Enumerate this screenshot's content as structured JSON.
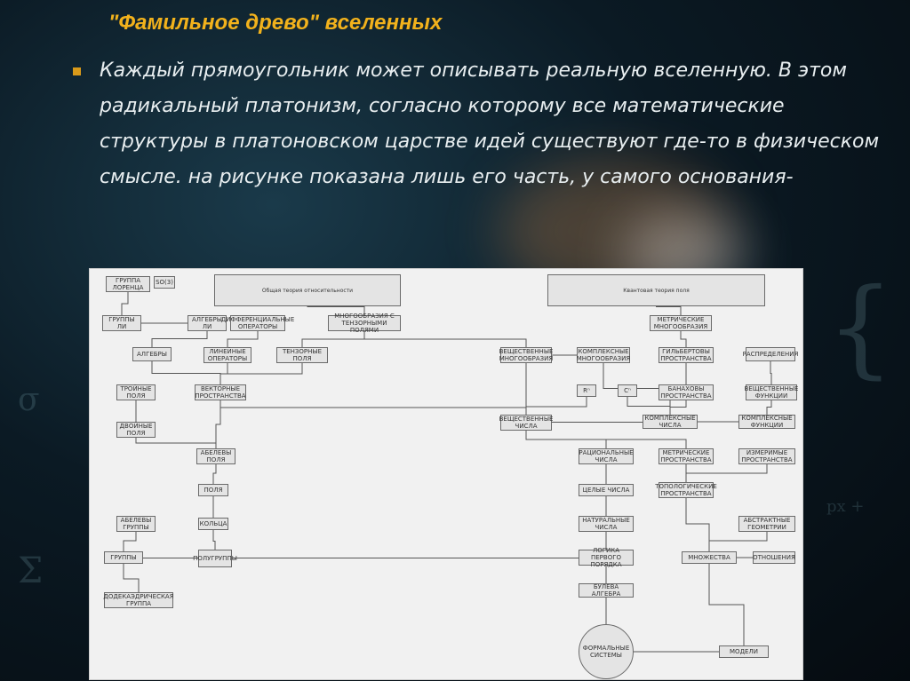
{
  "slide": {
    "title": "\"Фамильное древо\" вселенных",
    "body": "Каждый прямоугольник может описывать реальную вселенную. В этом радикальный платонизм, согласно которому все математические структуры в платоновском царстве идей существуют где-то  в физическом смысле. на рисунке показана лишь его часть, у самого основания-"
  },
  "diagram": {
    "nodes": [
      {
        "id": "n1",
        "label": "Группа Лоренца"
      },
      {
        "id": "n2",
        "label": "SO(3)"
      },
      {
        "id": "n3",
        "label": "Общая теория относительности"
      },
      {
        "id": "n4",
        "label": "Квантовая теория поля"
      },
      {
        "id": "n5",
        "label": "Группы Ли"
      },
      {
        "id": "n6",
        "label": "Алгебры Ли"
      },
      {
        "id": "n7",
        "label": "Дифференциальные операторы"
      },
      {
        "id": "n8",
        "label": "Многообразия с тензорными полями"
      },
      {
        "id": "n9",
        "label": "Метрические многообразия"
      },
      {
        "id": "n10",
        "label": "Алгебры"
      },
      {
        "id": "n11",
        "label": "Линейные операторы"
      },
      {
        "id": "n12",
        "label": "Тензорные поля"
      },
      {
        "id": "n13",
        "label": "Вещественные многообразия"
      },
      {
        "id": "n14",
        "label": "Комплексные многообразия"
      },
      {
        "id": "n15",
        "label": "Гильбертовы пространства"
      },
      {
        "id": "n16",
        "label": "Распределения"
      },
      {
        "id": "n17",
        "label": "Тройные поля"
      },
      {
        "id": "n18",
        "label": "Векторные пространства"
      },
      {
        "id": "n19",
        "label": "Rⁿ"
      },
      {
        "id": "n20",
        "label": "Cⁿ"
      },
      {
        "id": "n21",
        "label": "Банаховы пространства"
      },
      {
        "id": "n22",
        "label": "Вещественные функции"
      },
      {
        "id": "n23",
        "label": "Двойные поля"
      },
      {
        "id": "n24",
        "label": "Вещественные числа"
      },
      {
        "id": "n25",
        "label": "Комплексные числа"
      },
      {
        "id": "n26",
        "label": "Комплексные функции"
      },
      {
        "id": "n27",
        "label": "Абелевы поля"
      },
      {
        "id": "n28",
        "label": "Рациональные числа"
      },
      {
        "id": "n29",
        "label": "Метрические пространства"
      },
      {
        "id": "n30",
        "label": "Измеримые пространства"
      },
      {
        "id": "n31",
        "label": "Поля"
      },
      {
        "id": "n32",
        "label": "Целые числа"
      },
      {
        "id": "n33",
        "label": "Топологические пространства"
      },
      {
        "id": "n34",
        "label": "Абелевы группы"
      },
      {
        "id": "n35",
        "label": "Кольца"
      },
      {
        "id": "n36",
        "label": "Натуральные числа"
      },
      {
        "id": "n37",
        "label": "Абстрактные геометрии"
      },
      {
        "id": "n38",
        "label": "Группы"
      },
      {
        "id": "n39",
        "label": "Полугруппы"
      },
      {
        "id": "n40",
        "label": "Логика первого порядка"
      },
      {
        "id": "n41",
        "label": "Множества"
      },
      {
        "id": "n42",
        "label": "Отношения"
      },
      {
        "id": "n43",
        "label": "Додекаэдрическая группа"
      },
      {
        "id": "n44",
        "label": "Булева алгебра"
      },
      {
        "id": "n45",
        "label": "Формальные системы"
      },
      {
        "id": "n46",
        "label": "Модели"
      }
    ]
  },
  "colors": {
    "title": "#f2b21c",
    "body_text": "#e8eef0",
    "bullet": "#d99a1a",
    "diagram_bg": "#f1f1f1"
  }
}
